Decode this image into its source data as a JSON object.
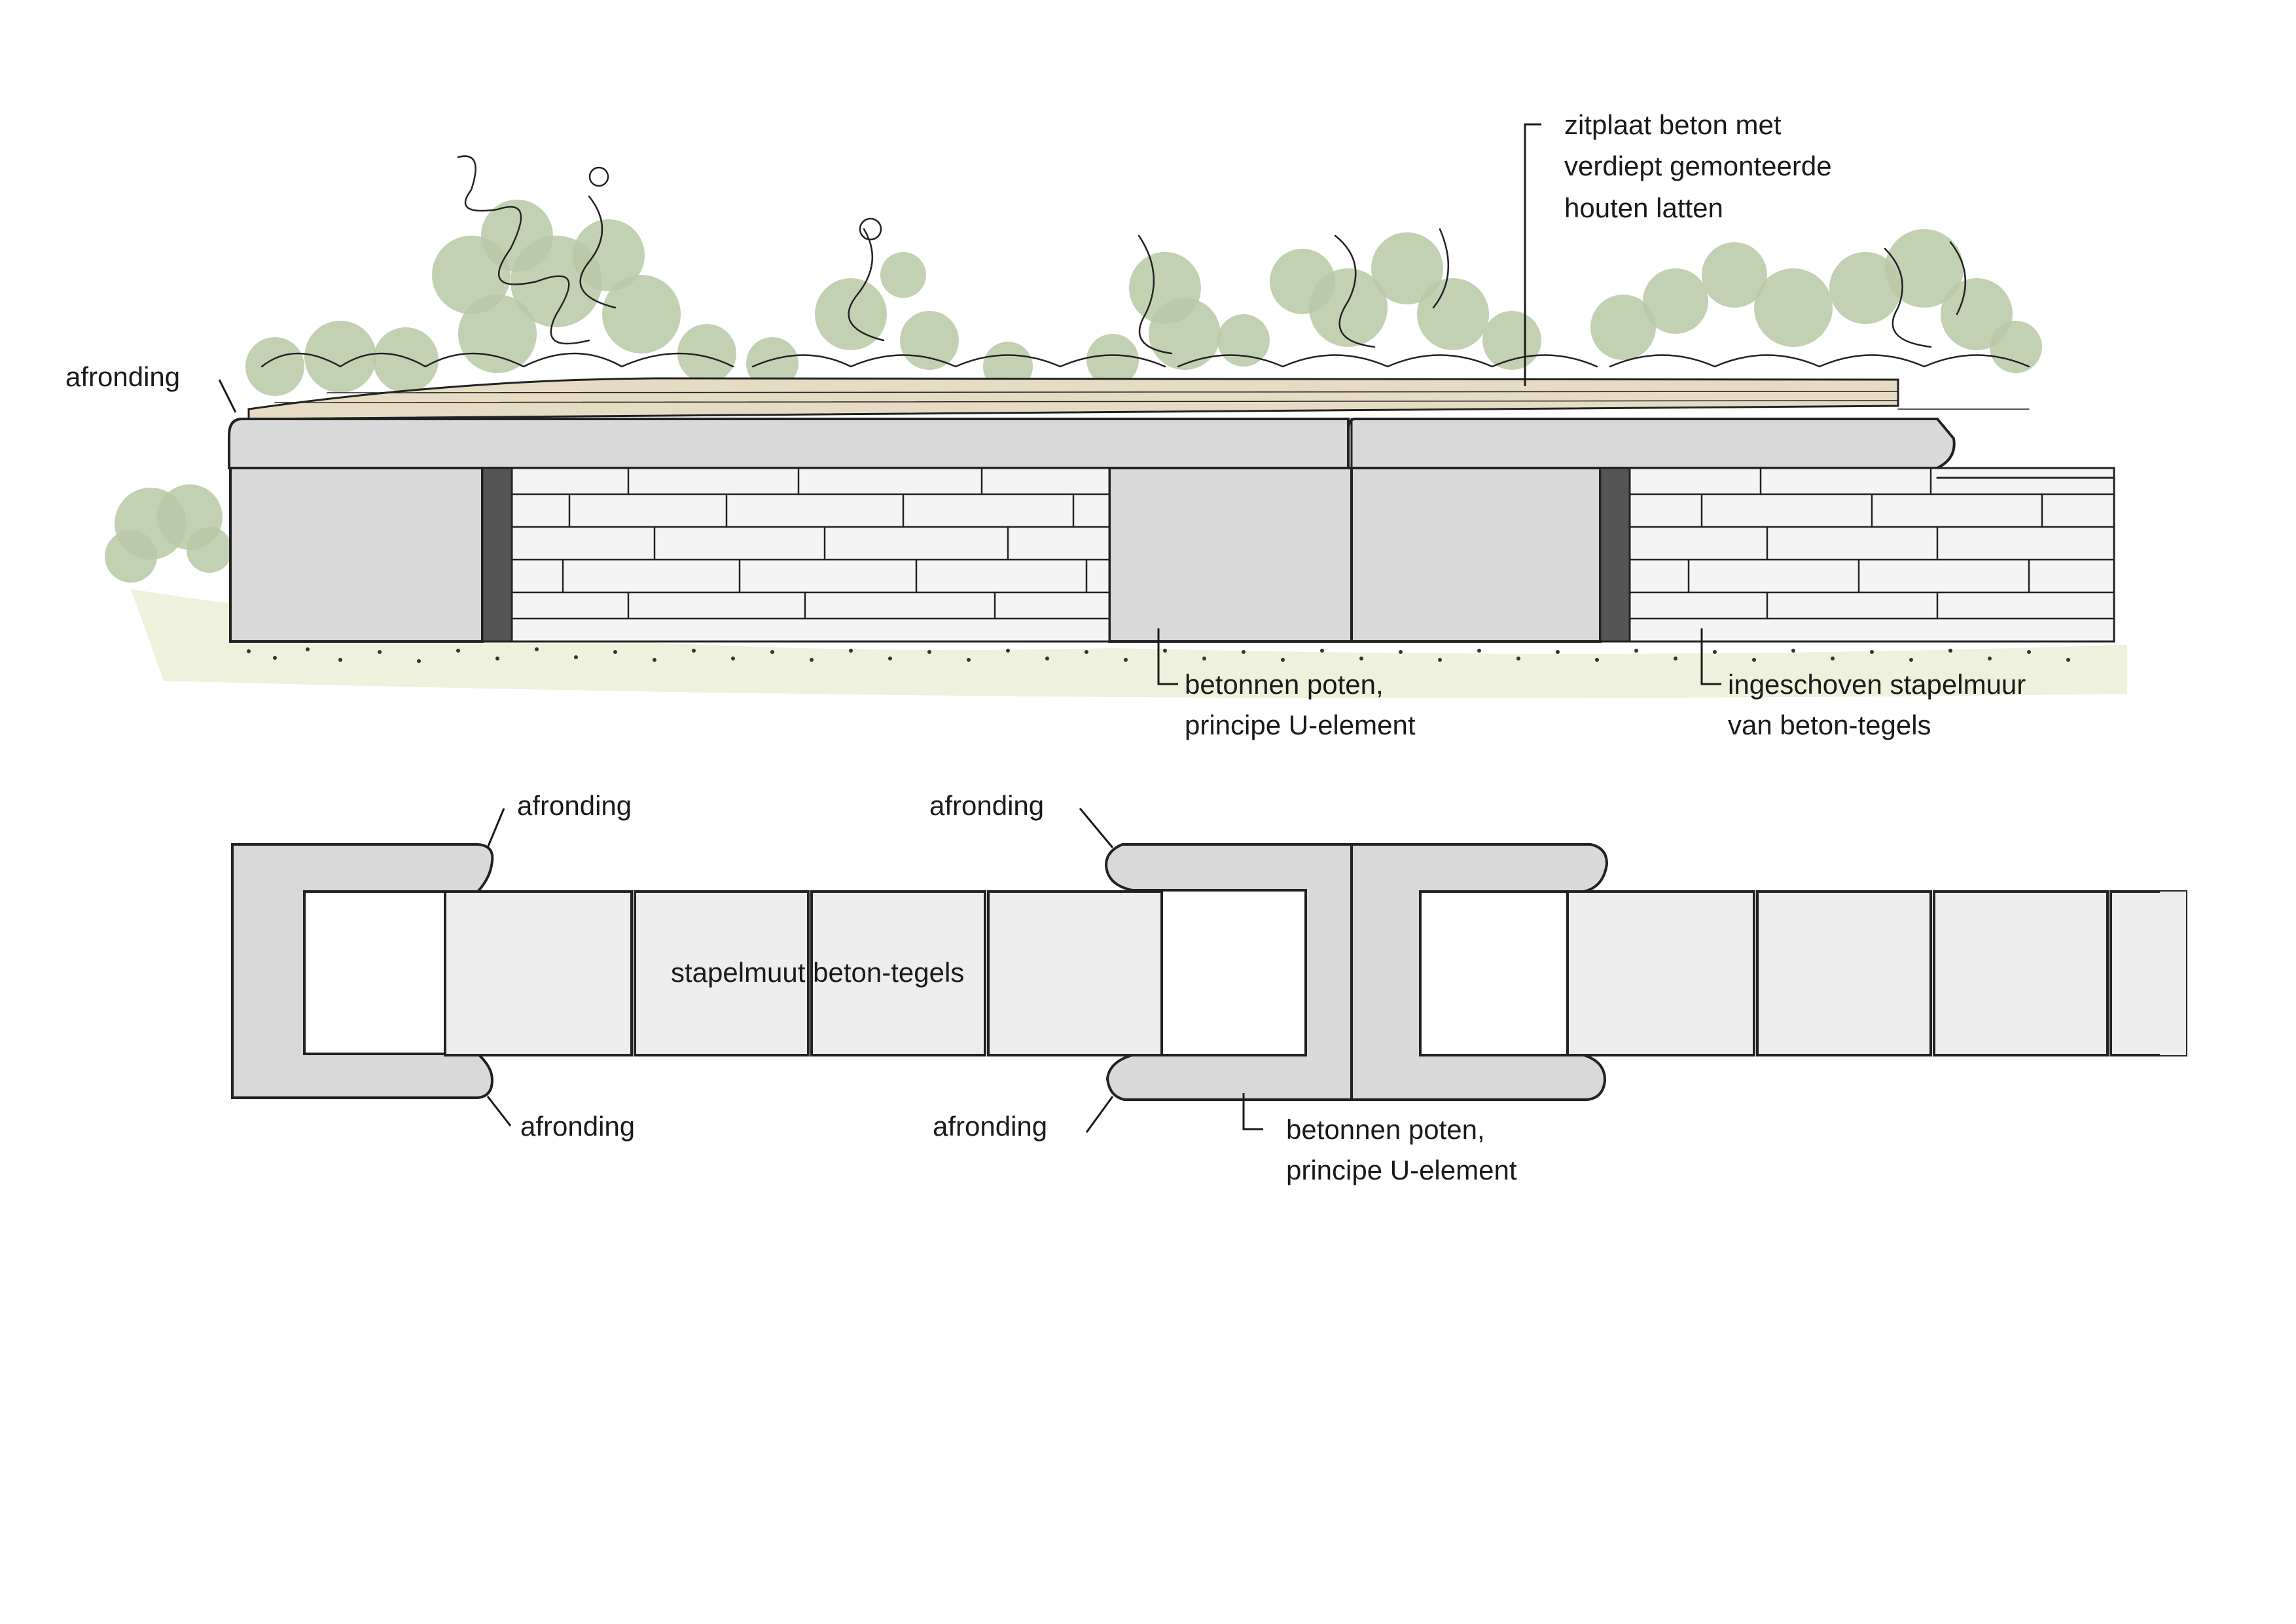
{
  "labels": {
    "elev_afronding": "afronding",
    "zitplaat_1": "zitplaat beton met",
    "zitplaat_2": "verdiept gemonteerde",
    "zitplaat_3": "houten latten",
    "poten_1": "betonnen poten,",
    "poten_2": "principe U-element",
    "stapel_1": "ingeschoven stapelmuur",
    "stapel_2": "van beton-tegels",
    "plan_afronding_tl": "afronding",
    "plan_afronding_tm": "afronding",
    "plan_afronding_bl": "afronding",
    "plan_afronding_bm": "afronding",
    "plan_stapelmuur": "stapelmuut beton-tegels",
    "plan_poten_1": "betonnen poten,",
    "plan_poten_2": "principe U-element"
  },
  "colors": {
    "concrete": "#d9d9d9",
    "tile": "#ededed",
    "shrub": "#b8c9a6",
    "seat_wood": "#e6dcc4",
    "ground": "#eef1dc",
    "ink": "#1a1a1a"
  }
}
